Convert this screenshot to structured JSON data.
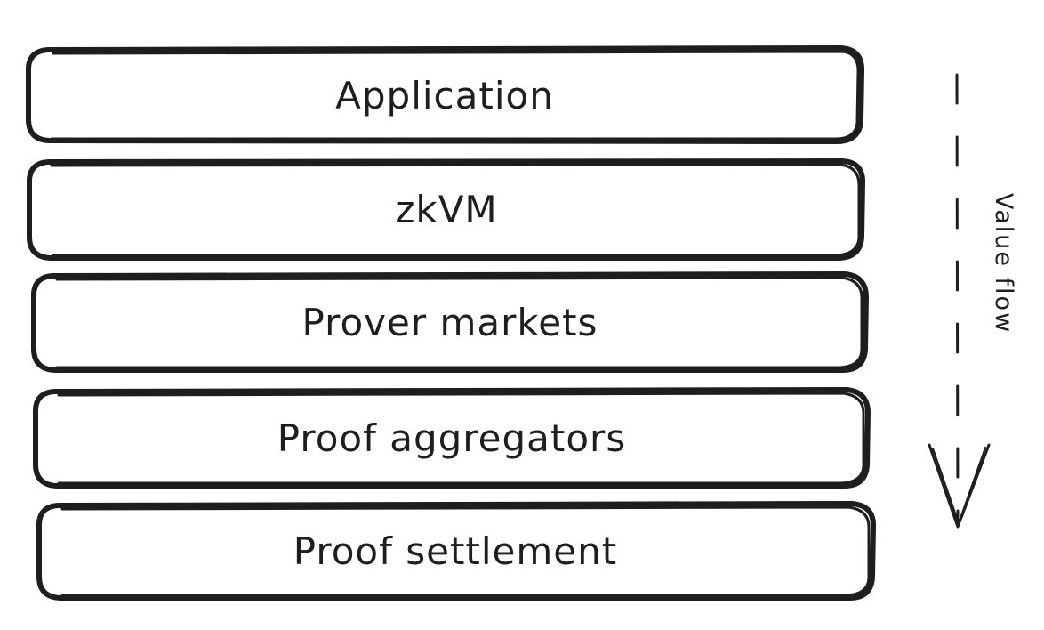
{
  "diagram": {
    "layers": [
      {
        "label": "Application"
      },
      {
        "label": "zkVM"
      },
      {
        "label": "Prover markets"
      },
      {
        "label": "Proof aggregators"
      },
      {
        "label": "Proof settlement"
      }
    ],
    "flow_label": "Value flow",
    "colors": {
      "stroke": "#1e1e1e",
      "background": "#ffffff"
    }
  }
}
